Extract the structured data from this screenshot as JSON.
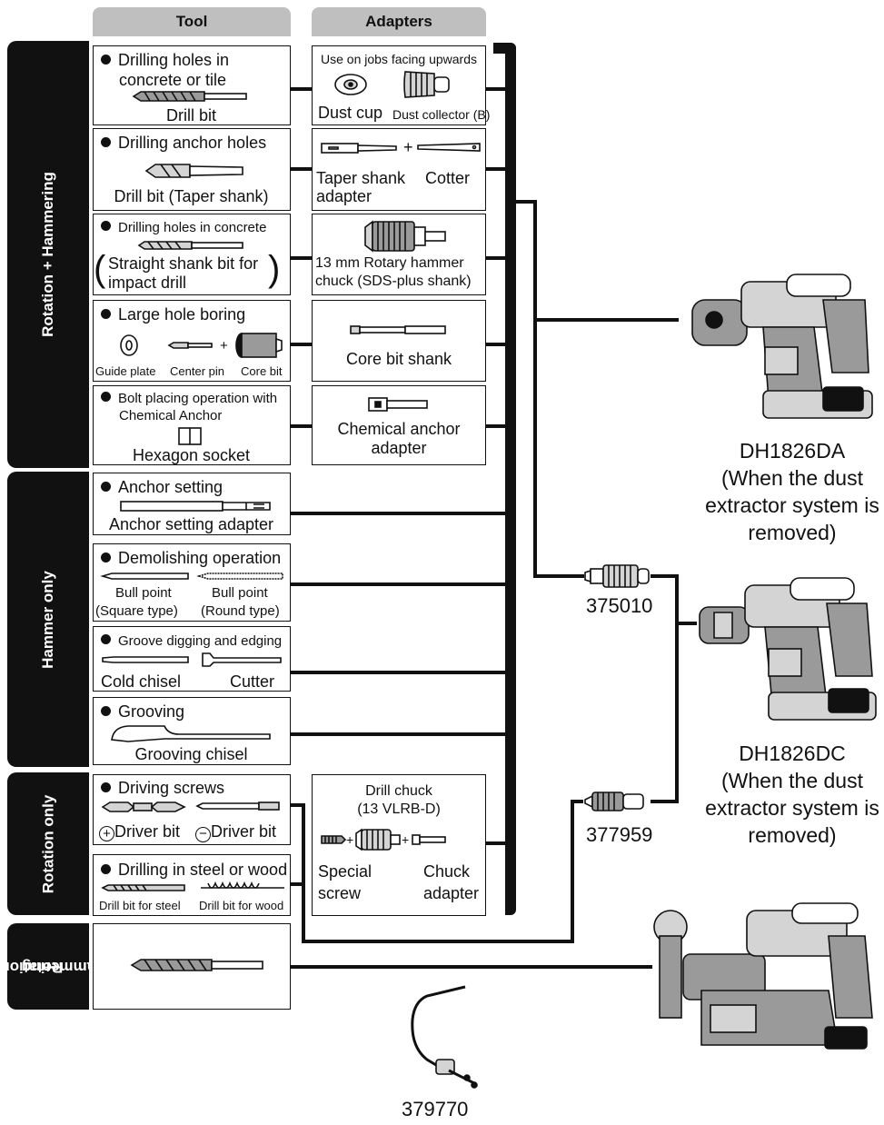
{
  "headers": {
    "tool": "Tool",
    "adapters": "Adapters"
  },
  "tabs": {
    "rot_hammer": "Rotation + Hammering",
    "hammer_only": "Hammer only",
    "rotation_only": "Rotation only",
    "rot_hammer_small": [
      "Rotation",
      "+",
      "Hammering"
    ]
  },
  "tools": {
    "t1": {
      "title": "Drilling holes in",
      "title2": "concrete or tile",
      "item": "Drill bit"
    },
    "t2": {
      "title": "Drilling anchor holes",
      "item": "Drill bit (Taper shank)"
    },
    "t3": {
      "title": "Drilling holes in concrete",
      "item": "Straight shank bit for",
      "item2": "impact drill"
    },
    "t4": {
      "title": "Large hole boring",
      "a": "Guide plate",
      "b": "Center pin",
      "c": "Core bit",
      "plus": "+"
    },
    "t5": {
      "title": "Bolt placing operation with",
      "title2": "Chemical Anchor",
      "item": "Hexagon socket"
    },
    "t6": {
      "title": "Anchor setting",
      "item": "Anchor setting adapter"
    },
    "t7": {
      "title": "Demolishing operation",
      "a1": "Bull point",
      "a2": "(Square type)",
      "b1": "Bull point",
      "b2": "(Round type)"
    },
    "t8": {
      "title": "Groove digging and edging",
      "a": "Cold chisel",
      "b": "Cutter"
    },
    "t9": {
      "title": "Grooving",
      "item": "Grooving chisel"
    },
    "t10": {
      "title": "Driving screws",
      "a": "Driver bit",
      "b": "Driver bit"
    },
    "t11": {
      "title": "Drilling in steel or wood",
      "a": "Drill bit for steel",
      "b": "Drill bit for wood"
    }
  },
  "adapters": {
    "a1": {
      "title": "Use on jobs facing upwards",
      "a": "Dust cup",
      "b": "Dust collector (B)"
    },
    "a2": {
      "a": "Taper shank",
      "a2": "adapter",
      "b": "Cotter",
      "plus": "+"
    },
    "a3": {
      "l1": "13 mm Rotary hammer",
      "l2": "chuck (SDS-plus shank)"
    },
    "a4": {
      "item": "Core bit shank"
    },
    "a5": {
      "l1": "Chemical anchor",
      "l2": "adapter"
    },
    "a6": {
      "title": "Drill chuck",
      "title2": "(13 VLRB-D)",
      "a1": "Special",
      "a2": "screw",
      "b1": "Chuck",
      "b2": "adapter"
    }
  },
  "models": {
    "m1": [
      "DH1826DA",
      "(When the dust",
      "extractor system is",
      "removed)"
    ],
    "m2": [
      "DH1826DC",
      "(When the dust",
      "extractor system is",
      "removed)"
    ]
  },
  "parts": {
    "chuck1": "375010",
    "chuck2": "377959",
    "handle": "379770"
  }
}
